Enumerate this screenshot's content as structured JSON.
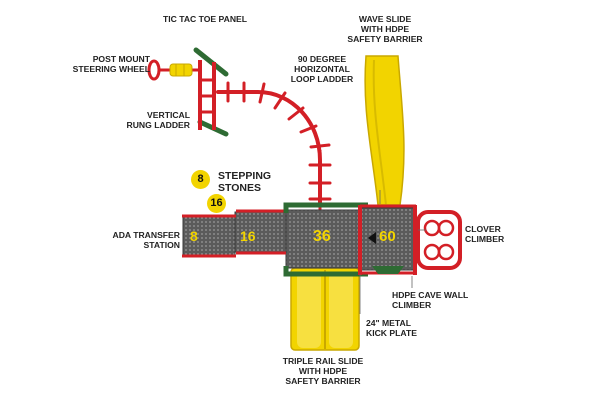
{
  "colors": {
    "yellow": "#f2d400",
    "red": "#d31f26",
    "green": "#2e6b33",
    "deck": "#5b5b5b",
    "badge": "#f2d400"
  },
  "labels": {
    "tic_tac_toe": [
      "TIC TAC TOE PANEL"
    ],
    "steering_wheel": [
      "POST MOUNT",
      "STEERING WHEEL"
    ],
    "vertical_ladder": [
      "VERTICAL",
      "RUNG LADDER"
    ],
    "loop_ladder": [
      "90 DEGREE",
      "HORIZONTAL",
      "LOOP LADDER"
    ],
    "wave_slide": [
      "WAVE SLIDE",
      "WITH HDPE",
      "SAFETY BARRIER"
    ],
    "stepping_stones": [
      "STEPPING",
      "STONES"
    ],
    "ada_station": [
      "ADA TRANSFER",
      "STATION"
    ],
    "clover_climber": [
      "CLOVER",
      "CLIMBER"
    ],
    "cave_wall": [
      "HDPE CAVE WALL",
      "CLIMBER"
    ],
    "kick_plate": [
      "24\" METAL",
      "KICK PLATE"
    ],
    "triple_slide": [
      "TRIPLE RAIL SLIDE",
      "WITH HDPE",
      "SAFETY BARRIER"
    ]
  },
  "badges": [
    "8",
    "16"
  ],
  "decks": [
    "8",
    "16",
    "36",
    "60"
  ]
}
